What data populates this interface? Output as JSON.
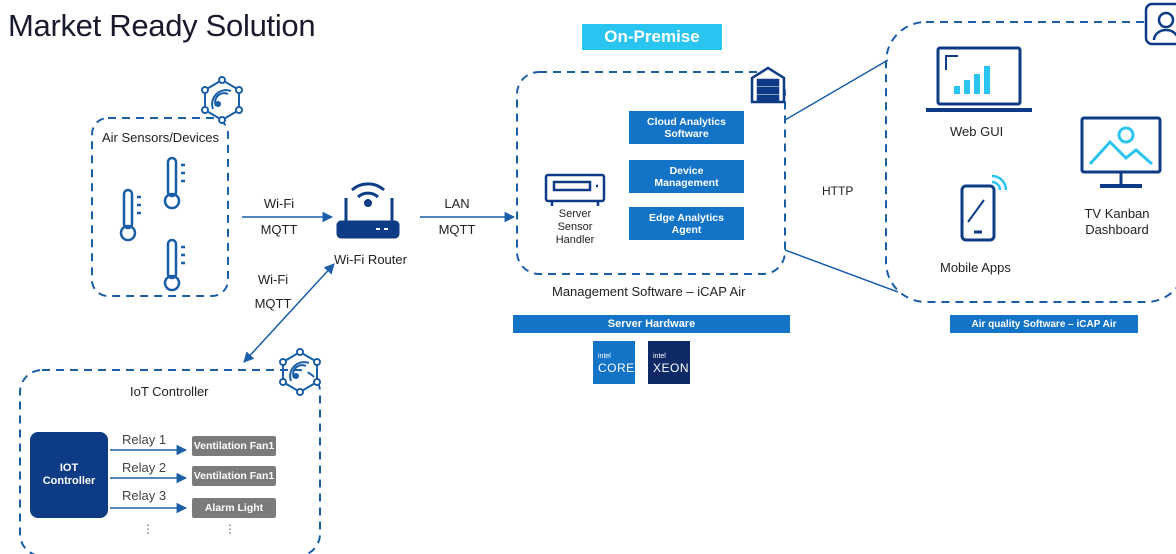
{
  "title": "Market Ready Solution",
  "on_premise_label": "On-Premise",
  "sensors": {
    "label": "Air Sensors/Devices"
  },
  "links": {
    "sensor_to_router": {
      "line1": "Wi-Fi",
      "line2": "MQTT"
    },
    "router_to_server": {
      "line1": "LAN",
      "line2": "MQTT"
    },
    "router_to_controller": {
      "line1": "Wi-Fi",
      "line2": "MQTT"
    },
    "server_to_clients": "HTTP"
  },
  "router": {
    "label": "Wi-Fi Router"
  },
  "server": {
    "handler_label": "Server\nSensor\nHandler",
    "modules": [
      "Cloud Analytics\nSoftware",
      "Device\nManagement",
      "Edge Analytics\nAgent"
    ],
    "caption": "Management Software – iCAP Air",
    "hardware_label": "Server Hardware",
    "chips": [
      {
        "brand": "intel",
        "name": "CORE"
      },
      {
        "brand": "intel",
        "name": "XEON"
      }
    ]
  },
  "clients": {
    "web_gui": "Web GUI",
    "mobile_apps": "Mobile Apps",
    "tv_kanban": "TV Kanban\nDashboard",
    "software_label": "Air quality Software – iCAP Air"
  },
  "controller": {
    "label": "IoT Controller",
    "box_label": "IOT\nController",
    "relays": [
      {
        "relay": "Relay 1",
        "device": "Ventilation Fan1"
      },
      {
        "relay": "Relay 2",
        "device": "Ventilation Fan1"
      },
      {
        "relay": "Relay 3",
        "device": "Alarm Light"
      }
    ],
    "continuation": "⋮"
  },
  "colors": {
    "primary_blue": "#1273c7",
    "dark_blue": "#0d3b86",
    "cyan": "#29c4f0",
    "grey_box": "#7b7b7b",
    "dashed_border": "#1a5ea8"
  }
}
